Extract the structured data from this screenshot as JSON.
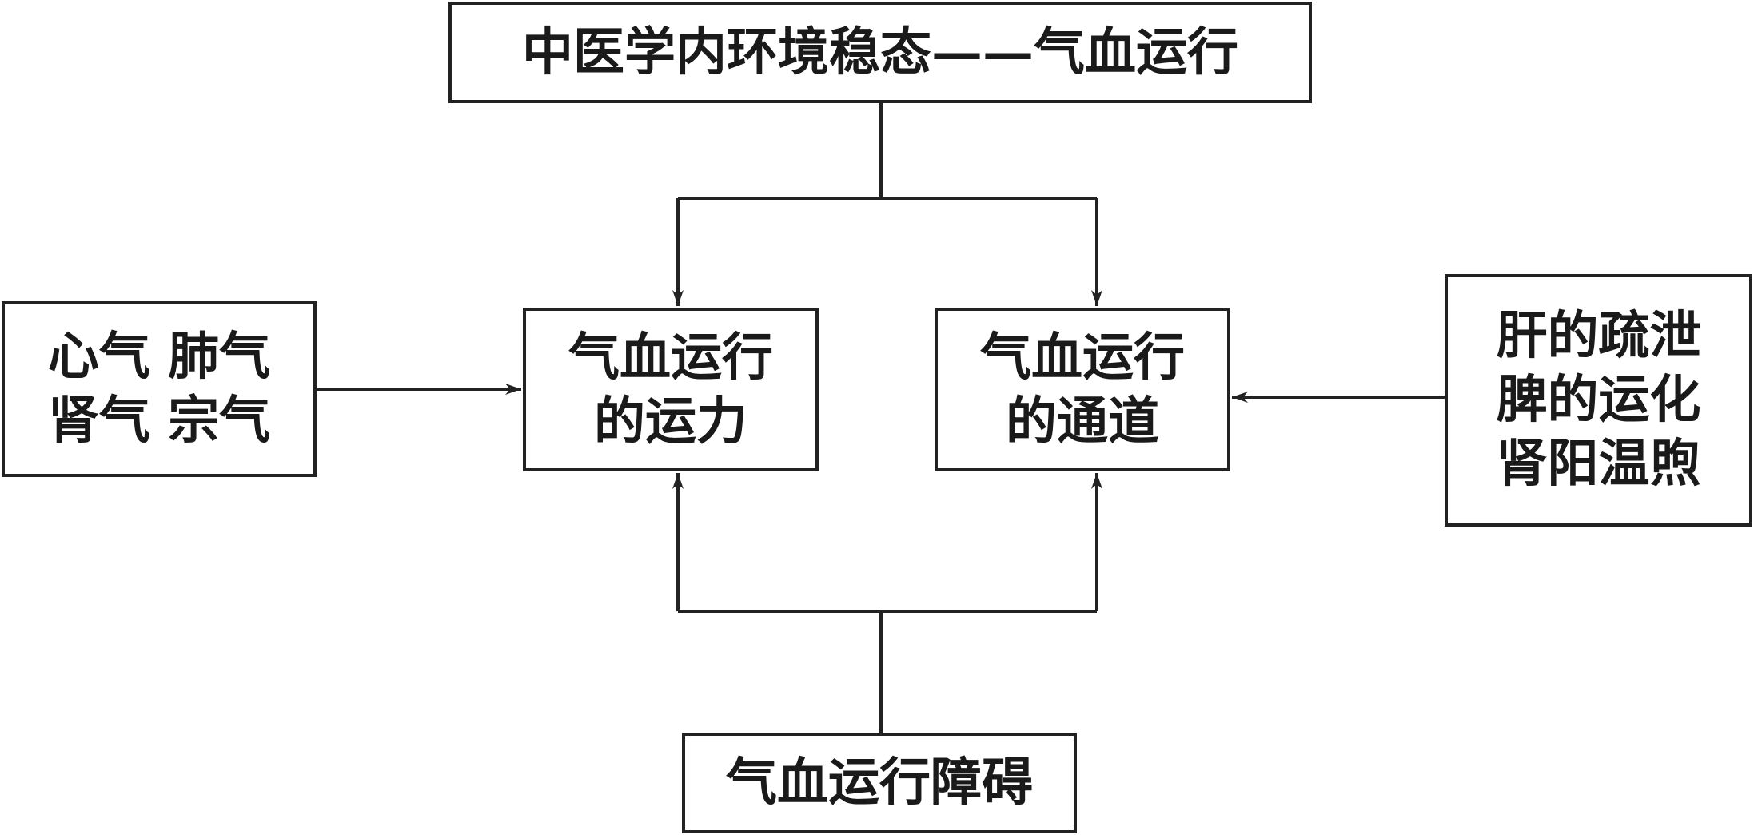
{
  "top_box": {
    "text": "中医学内环境稳态——气血运行"
  },
  "left_box": {
    "line1": "心气 肺气",
    "line2": "肾气 宗气"
  },
  "power_box": {
    "line1": "气血运行",
    "line2": "的运力"
  },
  "channel_box": {
    "line1": "气血运行",
    "line2": "的通道"
  },
  "right_box": {
    "line1": "肝的疏泄",
    "line2": "脾的运化",
    "line3": "肾阳温煦"
  },
  "bottom_box": {
    "text": "气血运行障碍"
  },
  "colors": {
    "stroke": "#222222",
    "background": "#ffffff"
  }
}
